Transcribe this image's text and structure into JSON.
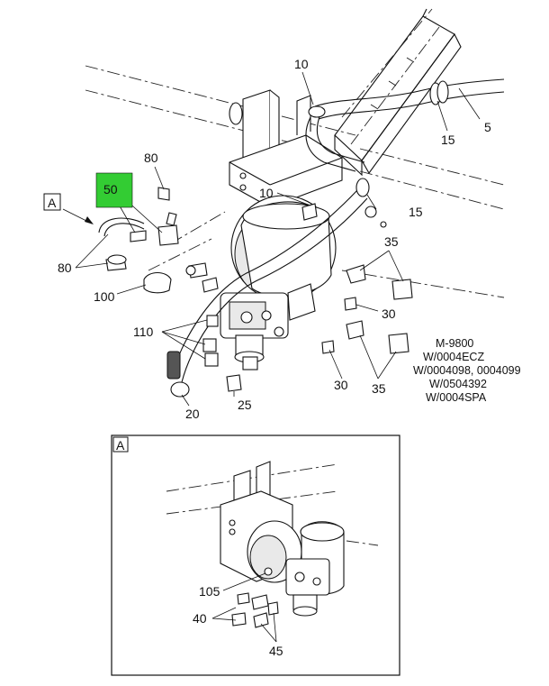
{
  "highlight_color": "#33cc33",
  "view_tag": "A",
  "callouts": {
    "c10_top": "10",
    "c5": "5",
    "c15_top": "15",
    "c80_top": "80",
    "c50": "50",
    "c10_mid": "10",
    "c15_mid": "15",
    "c80_left": "80",
    "c35_top": "35",
    "c100": "100",
    "c30_right": "30",
    "c110": "110",
    "c30_bottom": "30",
    "c35_bottom": "35",
    "c25": "25",
    "c20": "20",
    "c105": "105",
    "c40": "40",
    "c45": "45"
  },
  "notes": [
    "M-9800",
    "W/0004ECZ",
    "W/0004098, 0004099",
    "W/0504392",
    "W/0004SPA"
  ]
}
